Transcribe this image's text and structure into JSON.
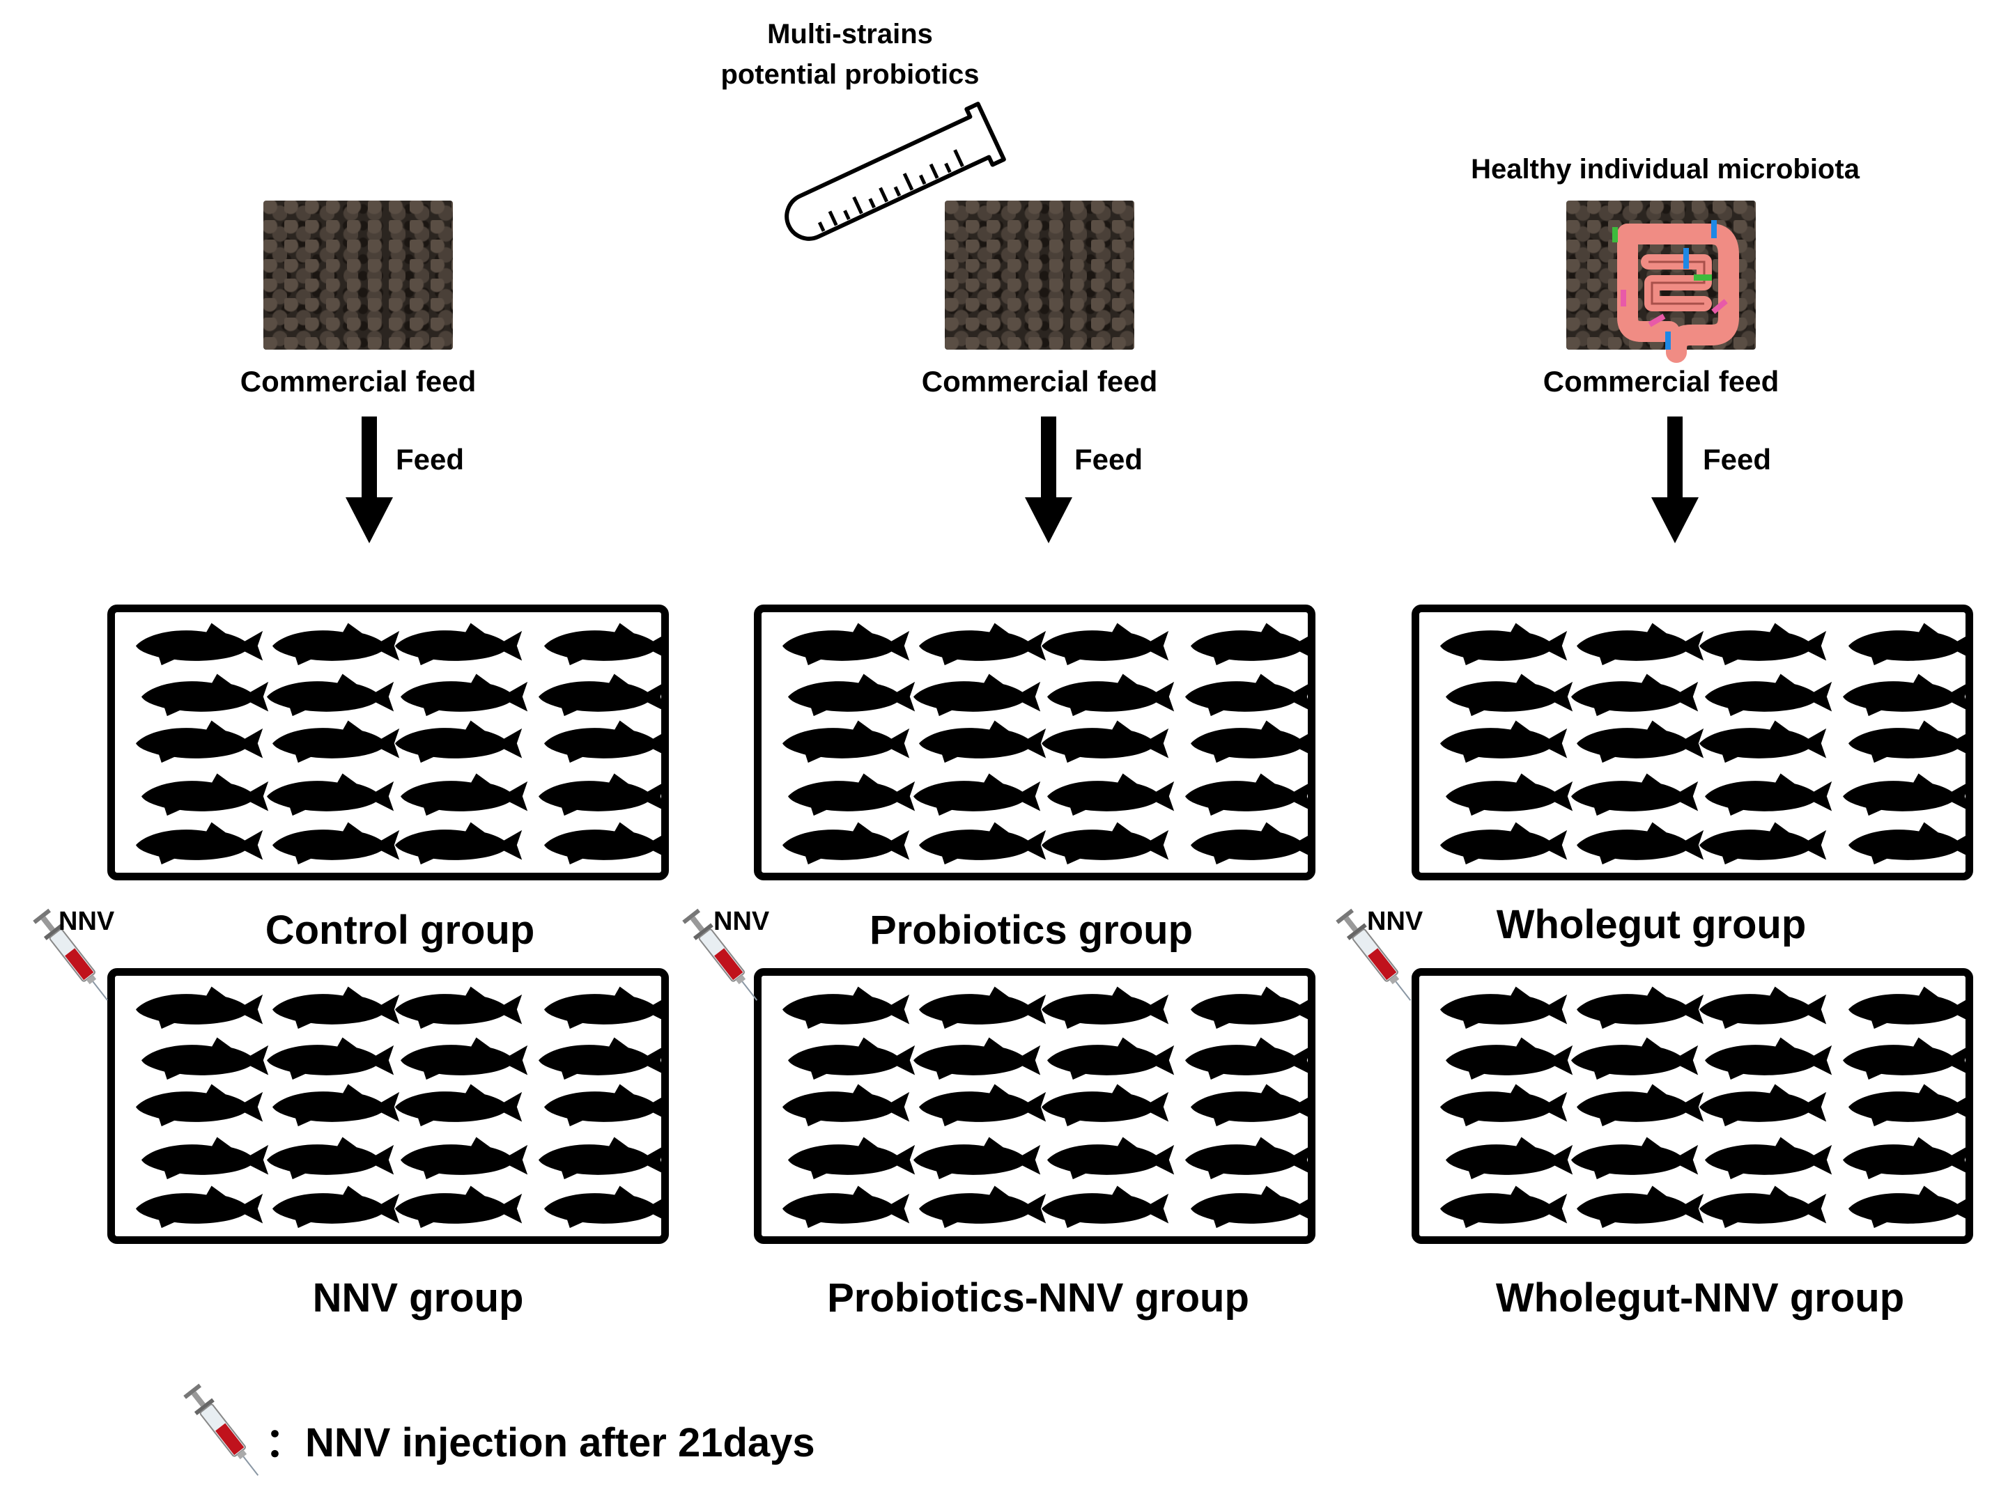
{
  "probiotics_label": [
    "Multi-strains",
    "potential probiotics"
  ],
  "microbiota_label": "Healthy individual microbiota",
  "feed_titles": [
    "Commercial feed",
    "Commercial feed",
    "Commercial feed"
  ],
  "feed_arrow_labels": [
    "Feed",
    "Feed",
    "Feed"
  ],
  "groups_top": [
    "Control group",
    "Probiotics group",
    "Wholegut group"
  ],
  "groups_bottom": [
    "NNV group",
    "Probiotics-NNV group",
    "Wholegut-NNV group"
  ],
  "nnv_tags": [
    "NNV",
    "NNV",
    "NNV"
  ],
  "legend": "：NNV injection after 21days",
  "icons": [
    "syringe-icon",
    "test-tube-icon",
    "feed-pellets-image",
    "intestine-icon",
    "fish-icon",
    "down-arrow-icon"
  ],
  "colors": {
    "syringe_fill": "#c0121c",
    "intestine": "#f08c84",
    "bacteria_blue": "#1e88e5",
    "bacteria_green": "#3dbb3d",
    "bacteria_pink": "#e85aa8"
  }
}
